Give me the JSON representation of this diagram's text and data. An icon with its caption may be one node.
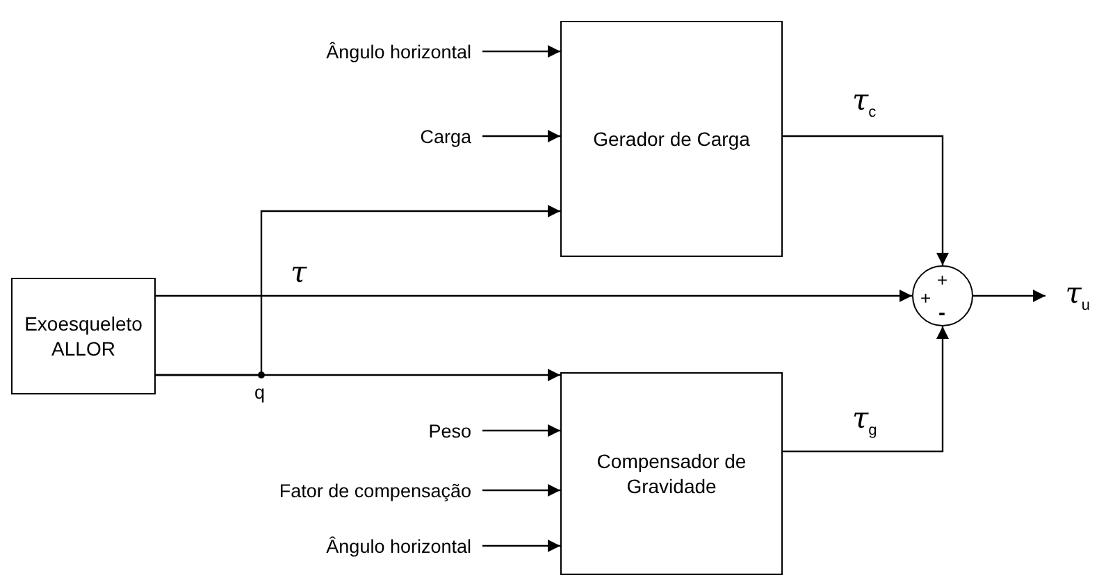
{
  "diagram": {
    "nodes": [
      {
        "text": [
          "Ângulo horizontal"
        ]
      },
      {
        "text": [
          "Carga"
        ]
      },
      {
        "text": [
          "Gerador de Carga"
        ]
      },
      {
        "text": [
          "Exoesqueleto ALLOR"
        ]
      },
      {
        "text": [
          "+",
          "+",
          "-"
        ]
      },
      {
        "text": [
          "τ$_{u}$"
        ]
      },
      {
        "text": [
          "Compensador de Gravidade"
        ]
      },
      {
        "text": [
          "Peso"
        ]
      },
      {
        "text": [
          "Fator de compensação"
        ]
      },
      {
        "text": [
          "Ângulo horizontal"
        ]
      }
    ],
    "edges": [
      {
        "from": 0,
        "to": 2,
        "arrow": "to"
      },
      {
        "from": 1,
        "to": 2,
        "arrow": "to"
      },
      {
        "from": 3,
        "to": 2,
        "arrow": "to"
      },
      {
        "from": 3,
        "to": 6,
        "arrow": "to",
        "label": "q"
      },
      {
        "from": 3,
        "to": 4,
        "arrow": "to",
        "label": "τ"
      },
      {
        "from": 2,
        "to": 4,
        "arrow": "to",
        "label": "τ$_{c}$"
      },
      {
        "from": 6,
        "to": 4,
        "arrow": "to",
        "label": "τ$_{g}$"
      },
      {
        "from": 4,
        "to": 5,
        "arrow": "to"
      },
      {
        "from": 7,
        "to": 6,
        "arrow": "to"
      },
      {
        "from": 8,
        "to": 6,
        "arrow": "to"
      },
      {
        "from": 9,
        "to": 6,
        "arrow": "to"
      }
    ]
  }
}
